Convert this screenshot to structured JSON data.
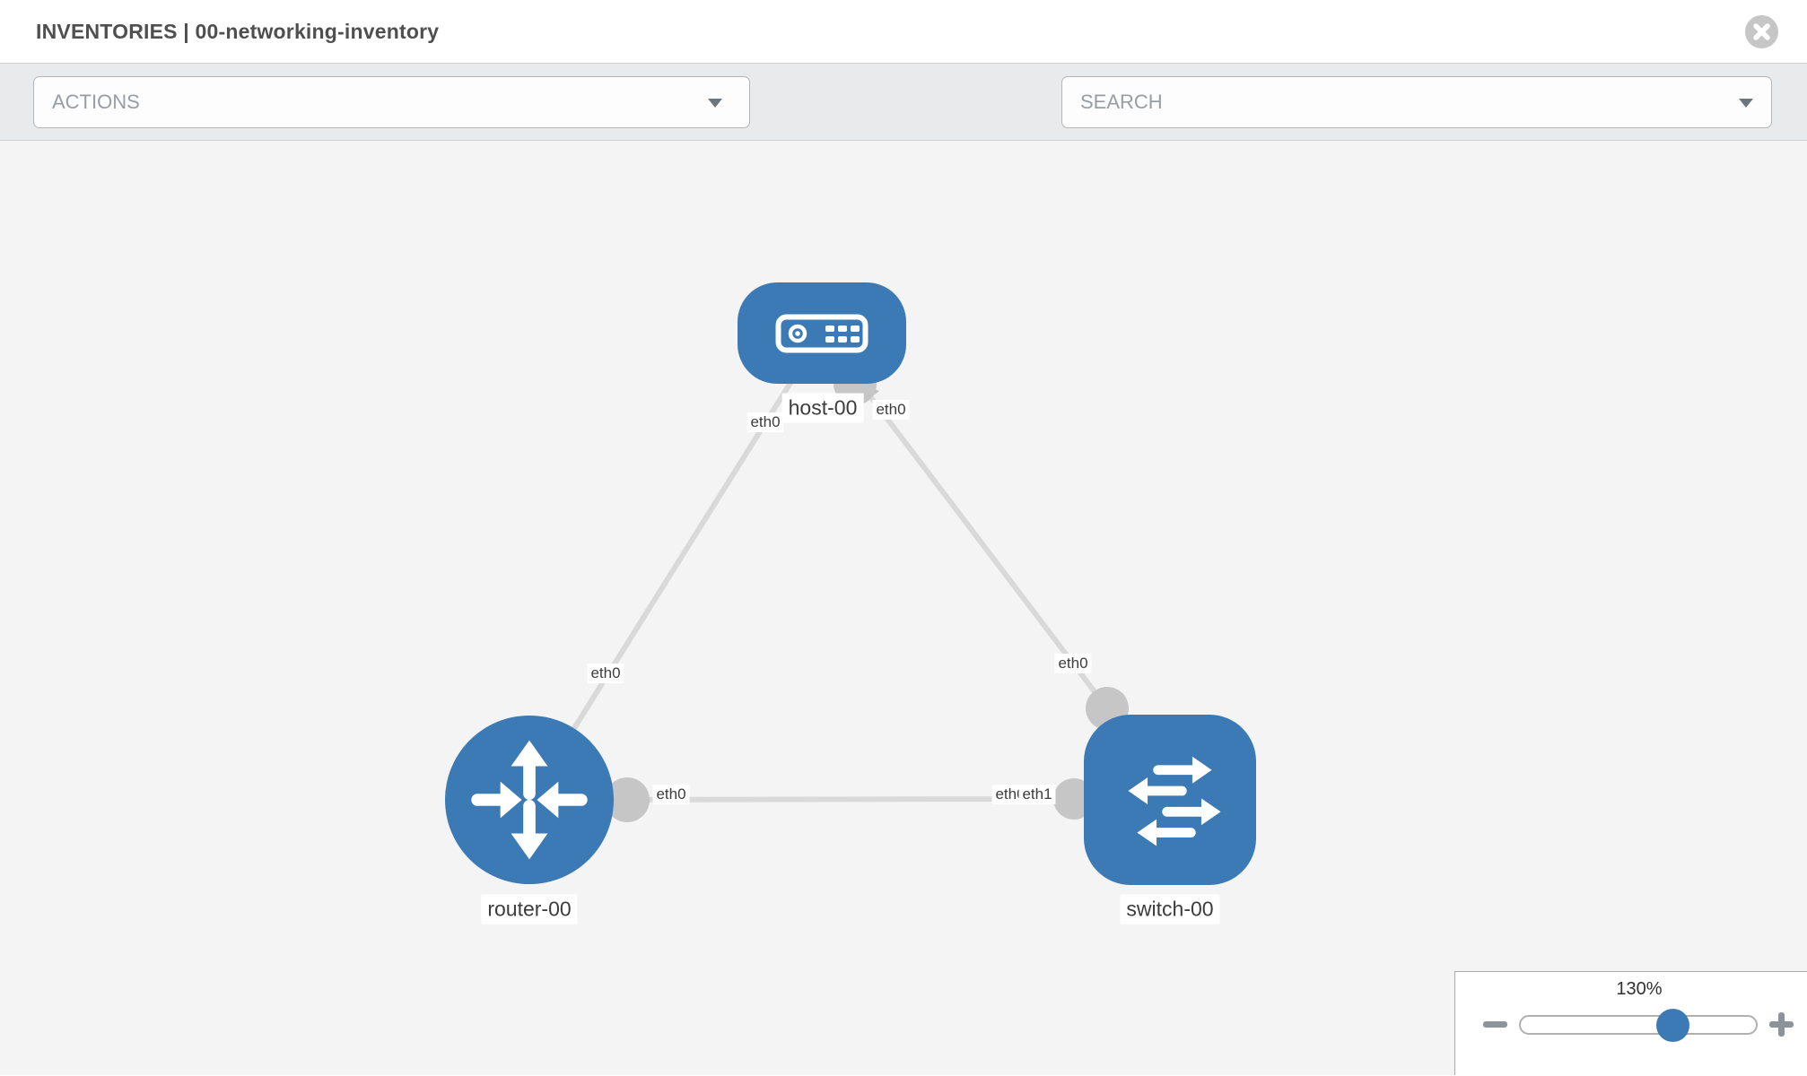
{
  "header": {
    "title": "INVENTORIES | 00-networking-inventory",
    "close_icon": "circle-x"
  },
  "toolbar": {
    "actions_label": "ACTIONS",
    "search_label": "SEARCH",
    "icons": [
      "wrench-icon",
      "key-icon"
    ]
  },
  "canvas": {
    "nodes": [
      {
        "id": "host-00",
        "type": "host",
        "label": "host-00",
        "icon": "host-icon"
      },
      {
        "id": "router-00",
        "type": "router",
        "label": "router-00",
        "icon": "router-icon"
      },
      {
        "id": "switch-00",
        "type": "switch",
        "label": "switch-00",
        "icon": "switch-icon"
      }
    ],
    "links": [
      {
        "source": "host-00",
        "target": "router-00",
        "source_interface": "eth0",
        "target_interface": "eth0"
      },
      {
        "source": "host-00",
        "target": "switch-00",
        "source_interface": "eth0",
        "target_interface": "eth0"
      },
      {
        "source": "router-00",
        "target": "switch-00",
        "source_interface": "eth0",
        "target_interface": "eth1",
        "target_interface_overlapped": "eth0"
      }
    ]
  },
  "zoom_control": {
    "level": "130%",
    "icons": [
      "minus-icon",
      "plus-icon"
    ]
  },
  "colors": {
    "node_blue": "#3b7ab5",
    "link_gray": "#d9d9d9",
    "interface_dot_gray": "#c6c6c6",
    "canvas_background": "#f4f4f4",
    "toolbar_background": "#e9eaeb"
  }
}
